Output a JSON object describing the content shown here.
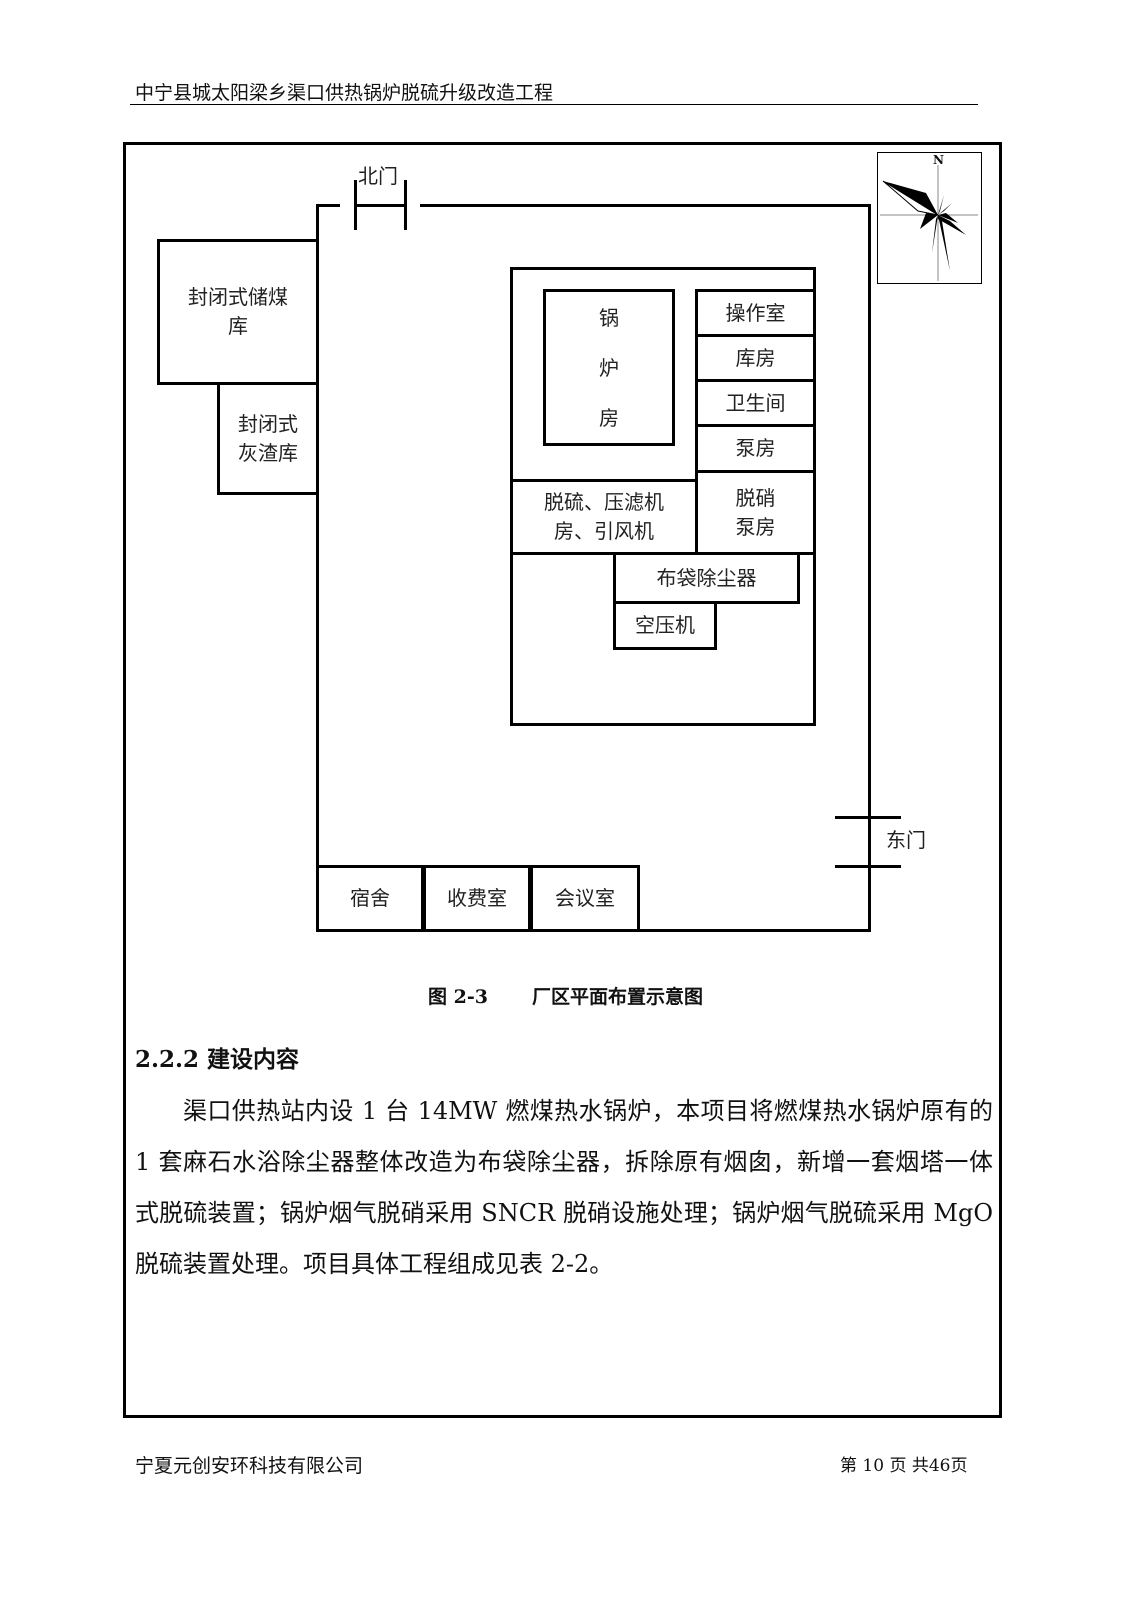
{
  "header": {
    "title": "中宁县城太阳梁乡渠口供热锅炉脱硫升级改造工程"
  },
  "diagram": {
    "north_gate": "北门",
    "east_gate": "东门",
    "compass_north": "N",
    "coal_storage": "封闭式储煤库",
    "ash_storage": "封闭式灰渣库",
    "boiler_room": "锅炉房",
    "control_room": "操作室",
    "storeroom": "库房",
    "toilet": "卫生间",
    "pump_room": "泵房",
    "denitration_pump_room": "脱硝泵房",
    "desulfurization_room": "脱硫、压滤机房、引风机",
    "bag_filter": "布袋除尘器",
    "air_compressor": "空压机",
    "dormitory": "宿舍",
    "toll_room": "收费室",
    "meeting_room": "会议室"
  },
  "caption": {
    "number": "图 2-3",
    "title": "厂区平面布置示意图"
  },
  "section": {
    "heading": "2.2.2 建设内容",
    "paragraph": "渠口供热站内设 1 台 14MW 燃煤热水锅炉，本项目将燃煤热水锅炉原有的 1 套麻石水浴除尘器整体改造为布袋除尘器，拆除原有烟囱，新增一套烟塔一体式脱硫装置；锅炉烟气脱硝采用 SNCR 脱硝设施处理；锅炉烟气脱硫采用 MgO 脱硫装置处理。项目具体工程组成见表 2-2。"
  },
  "footer": {
    "company": "宁夏元创安环科技有限公司",
    "page": "第 10 页 共46页"
  }
}
